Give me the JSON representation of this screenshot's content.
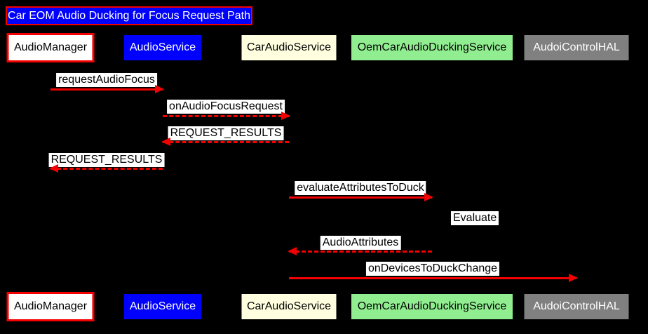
{
  "diagram": {
    "type": "sequence-diagram",
    "title": "Car EOM Audio Ducking for Focus Request Path"
  },
  "colors": {
    "background": "#000000",
    "arrow": "#f40000",
    "title_background": "#0000ff",
    "title_text": "#ffffff",
    "title_border": "#f40000",
    "label_background": "#ffffff",
    "label_text": "#000000"
  },
  "participants": [
    {
      "label": "AudioManager",
      "fill": "#ffffff",
      "text": "#000000",
      "border": "#f40000"
    },
    {
      "label": "AudioService",
      "fill": "#0000ff",
      "text": "#ffffff"
    },
    {
      "label": "CarAudioService",
      "fill": "#ffffe0",
      "text": "#000000"
    },
    {
      "label": "OemCarAudioDuckingService",
      "fill": "#90ee90",
      "text": "#000000"
    },
    {
      "label": "AudoiControlHAL",
      "fill": "#808080",
      "text": "#ffffff"
    }
  ],
  "messages": [
    {
      "label": "requestAudioFocus",
      "from": "AudioManager",
      "to": "AudioService",
      "line": "solid",
      "direction": "right"
    },
    {
      "label": "onAudioFocusRequest",
      "from": "AudioService",
      "to": "CarAudioService",
      "line": "dashed",
      "direction": "right"
    },
    {
      "label": "REQUEST_RESULTS",
      "from": "CarAudioService",
      "to": "AudioService",
      "line": "dashed",
      "direction": "left"
    },
    {
      "label": "REQUEST_RESULTS",
      "from": "AudioService",
      "to": "AudioManager",
      "line": "dashed",
      "direction": "left"
    },
    {
      "label": "evaluateAttributesToDuck",
      "from": "CarAudioService",
      "to": "OemCarAudioDuckingService",
      "line": "solid",
      "direction": "right"
    },
    {
      "label": "Evaluate",
      "from": "OemCarAudioDuckingService",
      "to": "OemCarAudioDuckingService",
      "line": "self",
      "direction": "self"
    },
    {
      "label": "AudioAttributes",
      "from": "OemCarAudioDuckingService",
      "to": "CarAudioService",
      "line": "dashed",
      "direction": "left"
    },
    {
      "label": "onDevicesToDuckChange",
      "from": "CarAudioService",
      "to": "AudoiControlHAL",
      "line": "solid",
      "direction": "right"
    }
  ]
}
